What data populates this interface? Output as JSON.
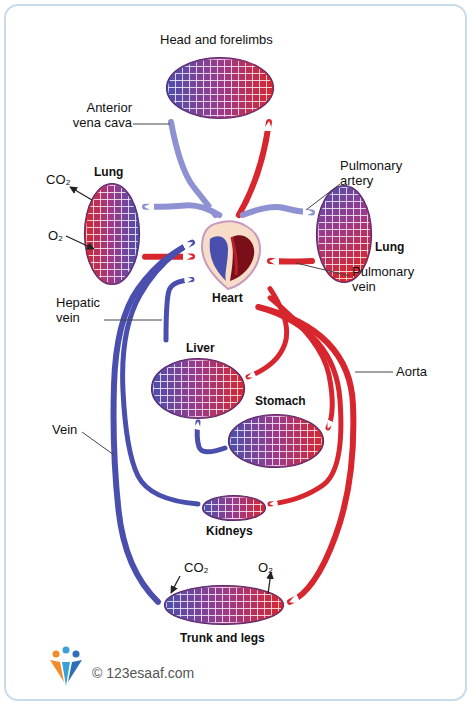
{
  "diagram": {
    "nodes": [
      {
        "text": [
          "Head and forelimbs"
        ]
      },
      {
        "text": [
          "Lung"
        ]
      },
      {
        "text": [
          "Lung"
        ]
      },
      {
        "text": [
          "Heart"
        ]
      },
      {
        "text": [
          "Liver"
        ]
      },
      {
        "text": [
          "Stomach"
        ]
      },
      {
        "text": [
          "Kidneys"
        ]
      },
      {
        "text": [
          "Trunk and legs"
        ]
      }
    ],
    "edges": [
      {
        "from": 3,
        "to": 0,
        "arrow": "to"
      },
      {
        "from": 0,
        "to": 3,
        "arrow": "to"
      },
      {
        "from": 3,
        "to": 1,
        "arrow": "to"
      },
      {
        "from": 1,
        "to": 3,
        "arrow": "to"
      },
      {
        "from": 3,
        "to": 2,
        "arrow": "to"
      },
      {
        "from": 2,
        "to": 3,
        "arrow": "to"
      },
      {
        "from": 3,
        "to": 4,
        "arrow": "to"
      },
      {
        "from": 4,
        "to": 3,
        "arrow": "to"
      },
      {
        "from": 3,
        "to": 5,
        "arrow": "to"
      },
      {
        "from": 5,
        "to": 4,
        "arrow": "to"
      },
      {
        "from": 3,
        "to": 6,
        "arrow": "to"
      },
      {
        "from": 6,
        "to": 3,
        "arrow": "to"
      },
      {
        "from": 3,
        "to": 7,
        "arrow": "to"
      },
      {
        "from": 7,
        "to": 3,
        "arrow": "to"
      }
    ],
    "labels": [
      "Anterior vena cava",
      "CO₂",
      "O₂",
      "Pulmonary artery",
      "Pulmonary vein",
      "Hepatic vein",
      "Aorta",
      "Vein",
      "CO₂",
      "O₂",
      "© 123esaaf.com"
    ]
  }
}
